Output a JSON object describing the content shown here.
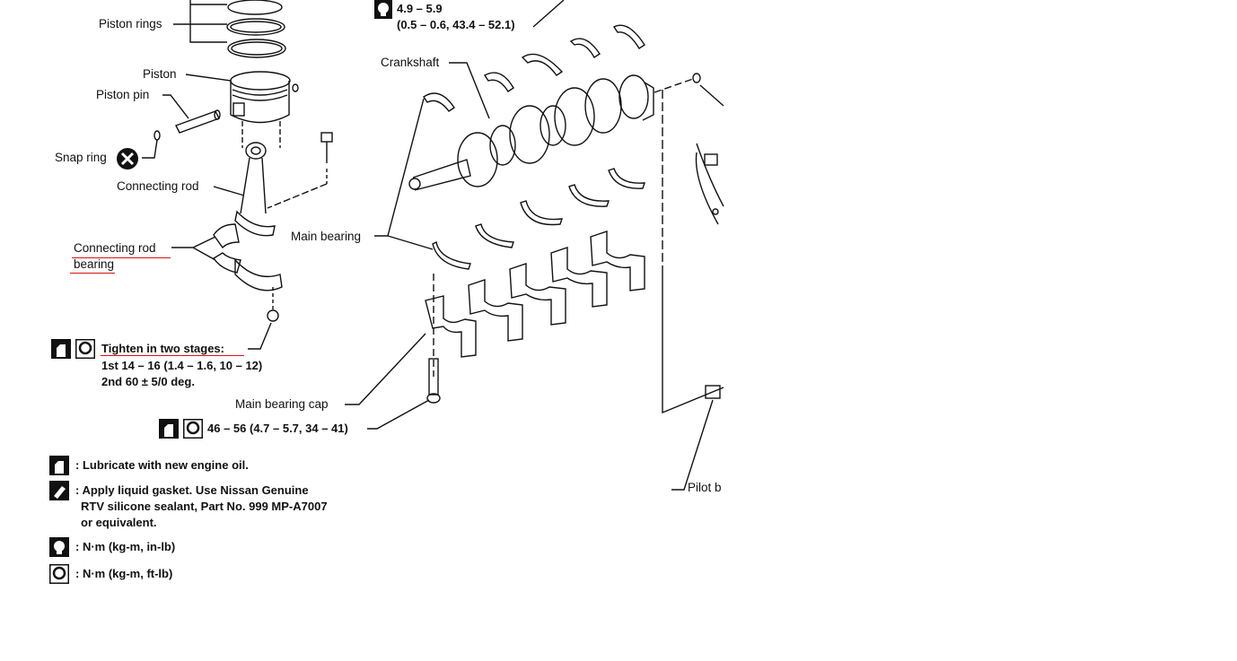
{
  "labels": {
    "piston_rings": "Piston rings",
    "piston": "Piston",
    "piston_pin": "Piston pin",
    "snap_ring": "Snap ring",
    "connecting_rod": "Connecting rod",
    "connecting_rod_bearing_line1": "Connecting rod",
    "connecting_rod_bearing_line2": "bearing",
    "crankshaft": "Crankshaft",
    "main_bearing": "Main bearing",
    "main_bearing_cap": "Main bearing cap",
    "pilot": "Pilot b"
  },
  "specs": {
    "top_torque_line1": "4.9 – 5.9",
    "top_torque_line2": "(0.5 – 0.6, 43.4 – 52.1)",
    "tighten_title": "Tighten in two stages:",
    "stage1": "1st 14 – 16 (1.4 – 1.6, 10 – 12)",
    "stage2": "2nd 60 ± 5/0 deg.",
    "cap_torque": "46 – 56 (4.7 – 5.7, 34 – 41)"
  },
  "legend": [
    {
      "icon": "oil-can-icon",
      "text": ": Lubricate with new engine oil."
    },
    {
      "icon": "liquid-gasket-icon",
      "text": ": Apply liquid gasket.  Use Nissan Genuine"
    },
    {
      "icon": "",
      "text": "RTV silicone sealant, Part No. 999 MP-A7007"
    },
    {
      "icon": "",
      "text": "or equivalent."
    },
    {
      "icon": "torque-inlb-icon",
      "text": ": N·m (kg-m, in-lb)"
    },
    {
      "icon": "torque-ftlb-icon",
      "text": ": N·m (kg-m, ft-lb)"
    }
  ],
  "colors": {
    "annotation_red": "#dd1111",
    "ink": "#111111"
  }
}
